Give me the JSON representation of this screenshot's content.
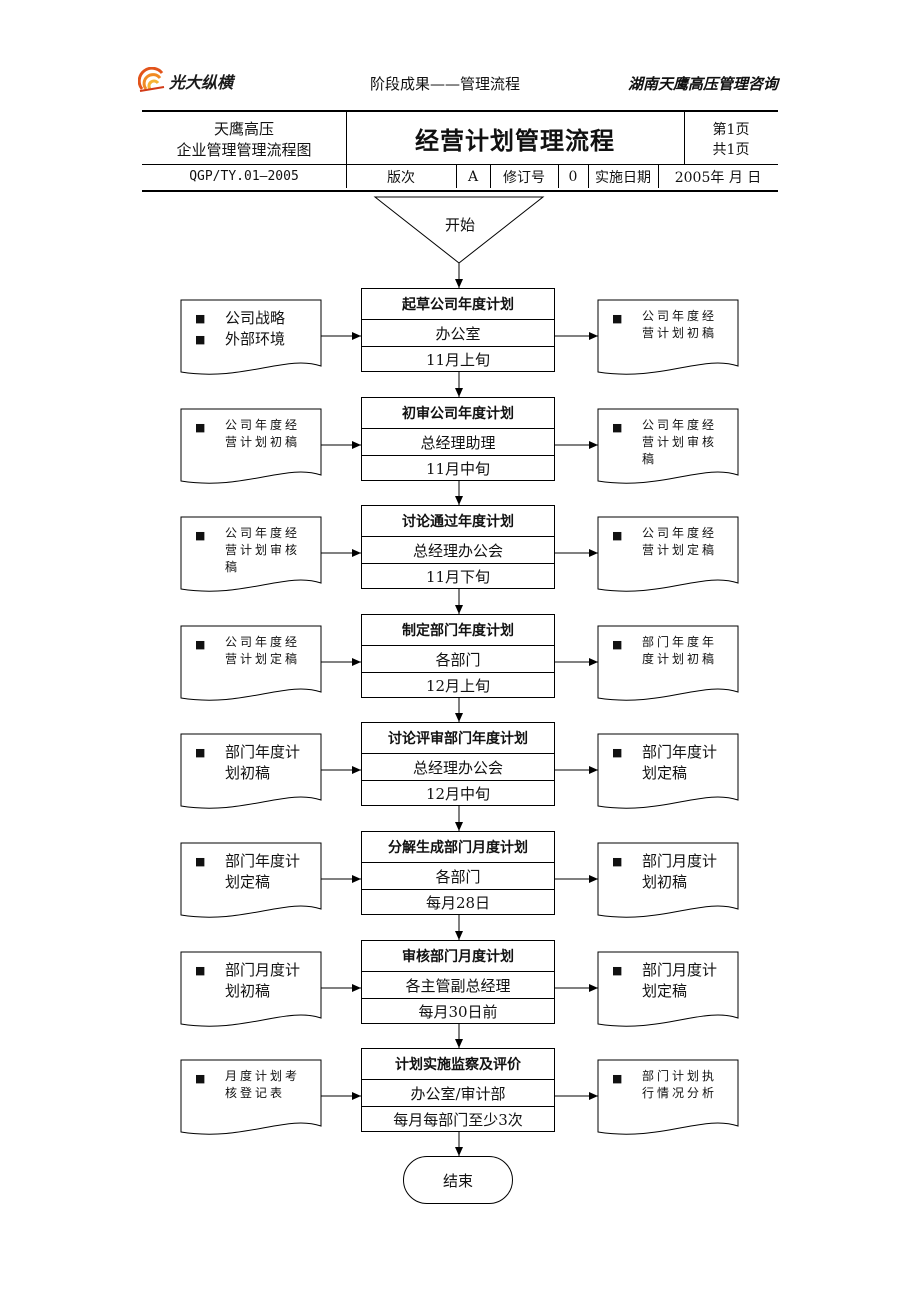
{
  "header": {
    "logo_text": "光大纵横",
    "center_text": "阶段成果——管理流程",
    "right_text": "湖南天鹰高压管理咨询"
  },
  "title_block": {
    "company_line1": "天鹰高压",
    "company_line2": "企业管理管理流程图",
    "title": "经营计划管理流程",
    "page_line1": "第1页",
    "page_line2": "共1页",
    "doc_code": "QGP/TY.01—2005",
    "version_label": "版次",
    "version_value": "A",
    "revision_label": "修订号",
    "revision_value": "0",
    "date_label": "实施日期",
    "date_value": "2005年 月 日"
  },
  "flow": {
    "start_label": "开始",
    "end_label": "结束",
    "steps": [
      {
        "title": "起草公司年度计划",
        "owner": "办公室",
        "time": "11月上旬",
        "inputs": [
          "公司战略",
          "外部环境"
        ],
        "outputs": [
          "公司年度经营计划初稿"
        ]
      },
      {
        "title": "初审公司年度计划",
        "owner": "总经理助理",
        "time": "11月中旬",
        "inputs": [
          "公司年度经营计划初稿"
        ],
        "outputs": [
          "公司年度经营计划审核稿"
        ]
      },
      {
        "title": "讨论通过年度计划",
        "owner": "总经理办公会",
        "time": "11月下旬",
        "inputs": [
          "公司年度经营计划审核稿"
        ],
        "outputs": [
          "公司年度经营计划定稿"
        ]
      },
      {
        "title": "制定部门年度计划",
        "owner": "各部门",
        "time": "12月上旬",
        "inputs": [
          "公司年度经营计划定稿"
        ],
        "outputs": [
          "部门年度年度计划初稿"
        ]
      },
      {
        "title": "讨论评审部门年度计划",
        "owner": "总经理办公会",
        "time": "12月中旬",
        "inputs": [
          "部门年度计划初稿"
        ],
        "outputs": [
          "部门年度计划定稿"
        ]
      },
      {
        "title": "分解生成部门月度计划",
        "owner": "各部门",
        "time": "每月28日",
        "inputs": [
          "部门年度计划定稿"
        ],
        "outputs": [
          "部门月度计划初稿"
        ]
      },
      {
        "title": "审核部门月度计划",
        "owner": "各主管副总经理",
        "time": "每月30日前",
        "inputs": [
          "部门月度计划初稿"
        ],
        "outputs": [
          "部门月度计划定稿"
        ]
      },
      {
        "title": "计划实施监察及评价",
        "owner": "办公室/审计部",
        "time": "每月每部门至少3次",
        "inputs": [
          "月度计划考核登记表"
        ],
        "outputs": [
          "部门计划执行情况分析"
        ]
      }
    ]
  }
}
